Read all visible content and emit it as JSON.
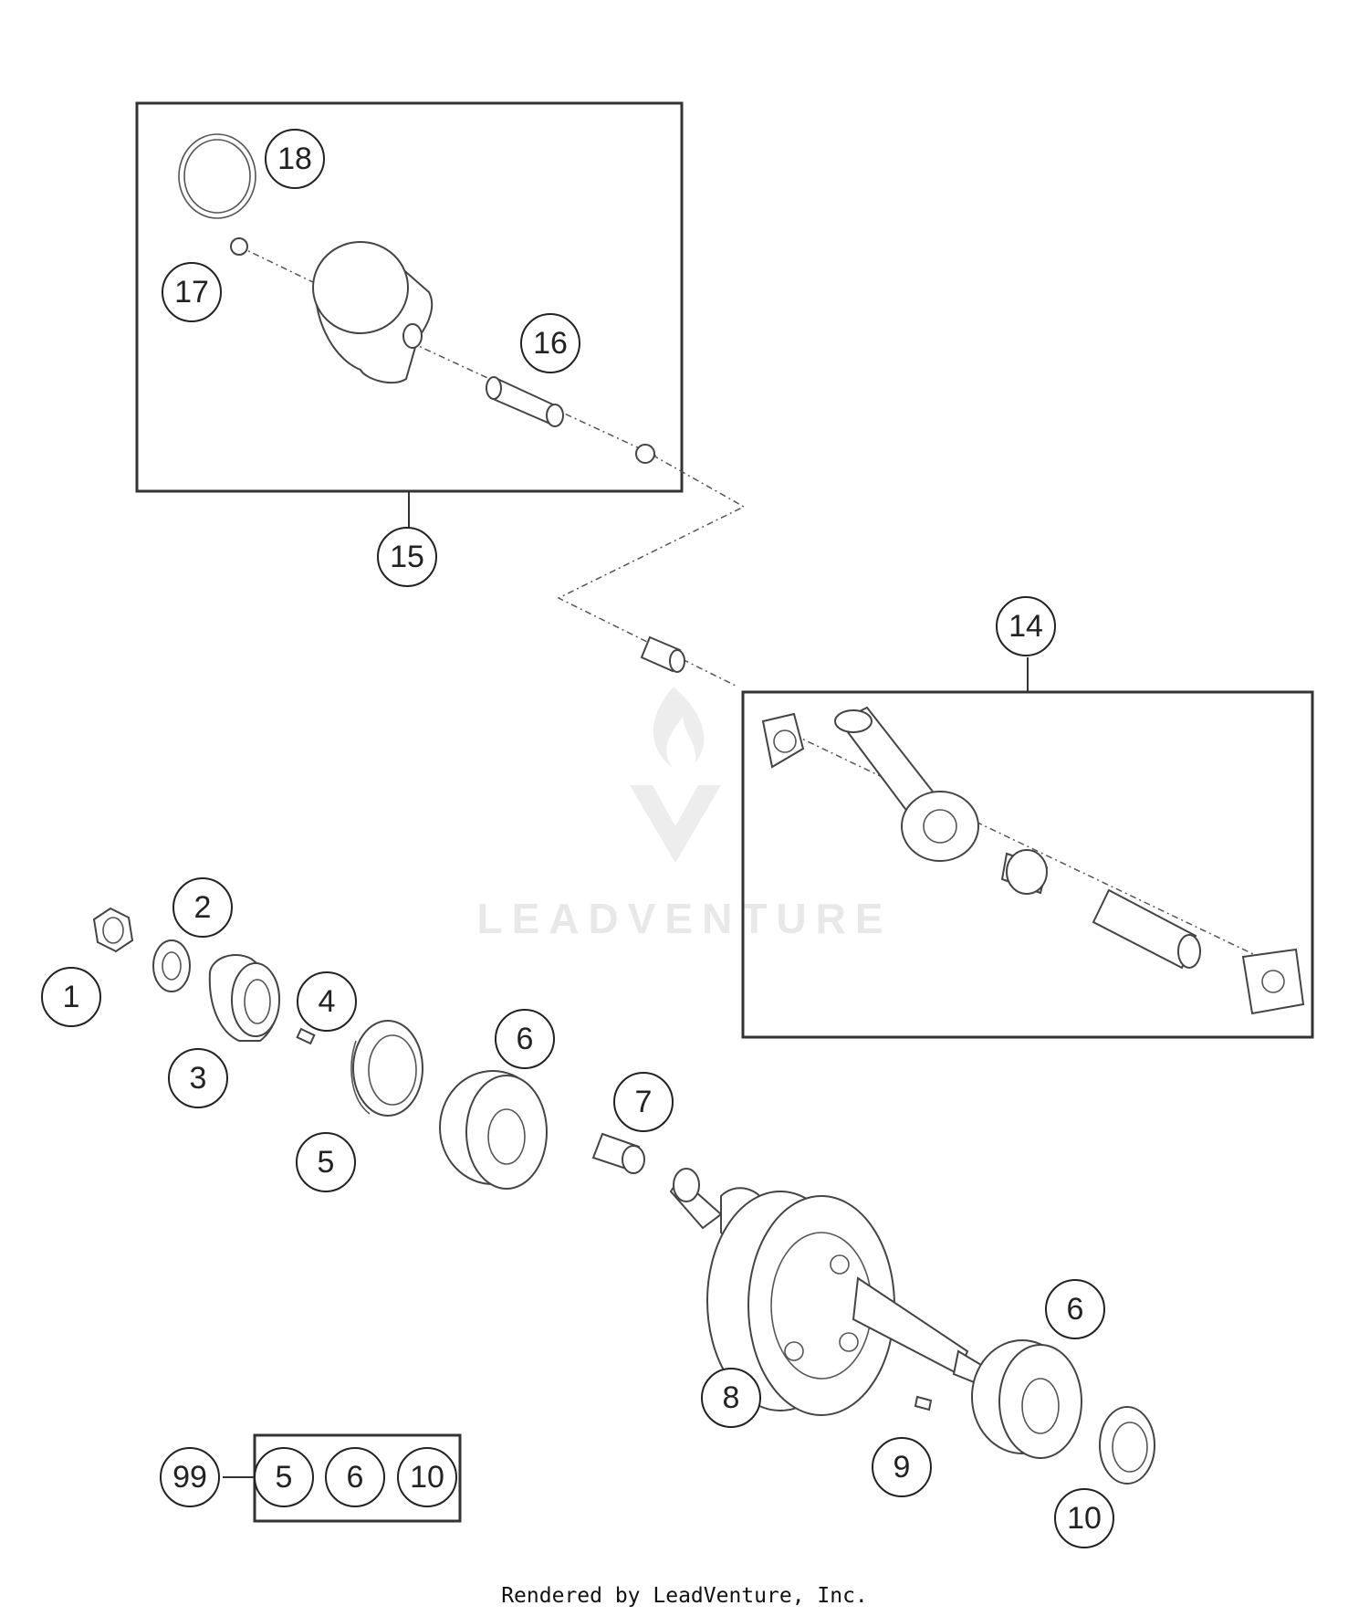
{
  "diagram": {
    "callouts": {
      "c1": "1",
      "c2": "2",
      "c3": "3",
      "c4": "4",
      "c5": "5",
      "c6a": "6",
      "c6b": "6",
      "c7": "7",
      "c8": "8",
      "c9": "9",
      "c10": "10",
      "c14": "14",
      "c15": "15",
      "c16": "16",
      "c17": "17",
      "c18": "18"
    },
    "kit": {
      "number": "99",
      "items": [
        "5",
        "6",
        "10"
      ]
    },
    "watermark": "LEADVENTURE"
  },
  "footer": {
    "text": "Rendered by LeadVenture, Inc."
  }
}
